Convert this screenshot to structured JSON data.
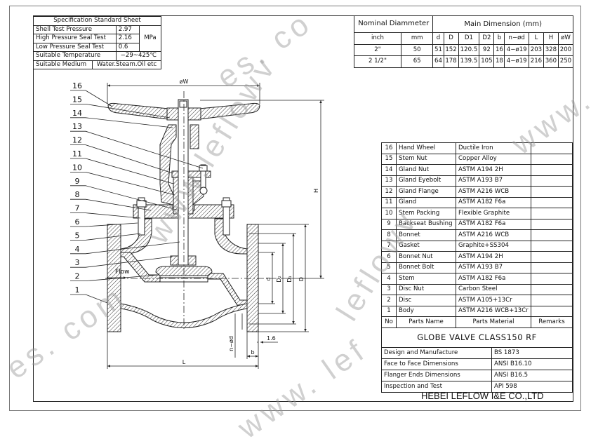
{
  "spec_sheet": {
    "title": "Specification Standard Sheet",
    "rows": [
      {
        "label": "Shell Test Pressure",
        "value": "2.97"
      },
      {
        "label": "High Pressure Seal Test",
        "value": "2.16"
      },
      {
        "label": "Low Pressure Seal Test",
        "value": "0.6"
      }
    ],
    "pressure_unit": "MPa",
    "temperature_label": "Suitable Temperature",
    "temperature_value": "−29~425℃",
    "medium_label": "Suitable  Medium",
    "medium_value": "Water.Steam.Oil etc"
  },
  "dimensions": {
    "nominal_header": "Nominal Diammeter",
    "main_header": "Main  Dimension  (mm)",
    "columns": [
      "inch",
      "mm",
      "d",
      "D",
      "D1",
      "D2",
      "b",
      "n−ød",
      "L",
      "H",
      "øW"
    ],
    "rows": [
      [
        "2\"",
        "50",
        "51",
        "152",
        "120.5",
        "92",
        "16",
        "4−ø19",
        "203",
        "328",
        "200"
      ],
      [
        "2 1/2\"",
        "65",
        "64",
        "178",
        "139.5",
        "105",
        "18",
        "4−ø19",
        "216",
        "360",
        "250"
      ]
    ]
  },
  "parts": {
    "rows": [
      {
        "no": "16",
        "name": "Hand Wheel",
        "material": "Ductile Iron",
        "remarks": ""
      },
      {
        "no": "15",
        "name": "Stem Nut",
        "material": "Copper Alloy",
        "remarks": ""
      },
      {
        "no": "14",
        "name": "Gland Nut",
        "material": "ASTM A194 2H",
        "remarks": ""
      },
      {
        "no": "13",
        "name": "Gland Eyebolt",
        "material": "ASTM A193 B7",
        "remarks": ""
      },
      {
        "no": "12",
        "name": "Gland Flange",
        "material": "ASTM A216 WCB",
        "remarks": ""
      },
      {
        "no": "11",
        "name": "Gland",
        "material": "ASTM A182 F6a",
        "remarks": ""
      },
      {
        "no": "10",
        "name": "Stem Packing",
        "material": "Flexible Graphite",
        "remarks": ""
      },
      {
        "no": "9",
        "name": "Backseat Bushing",
        "material": "ASTM A182 F6a",
        "remarks": ""
      },
      {
        "no": "8",
        "name": "Bonnet",
        "material": "ASTM A216 WCB",
        "remarks": ""
      },
      {
        "no": "7",
        "name": "Gasket",
        "material": "Graphite+SS304",
        "remarks": ""
      },
      {
        "no": "6",
        "name": "Bonnet Nut",
        "material": "ASTM A194 2H",
        "remarks": ""
      },
      {
        "no": "5",
        "name": "Bonnet Bolt",
        "material": "ASTM A193 B7",
        "remarks": ""
      },
      {
        "no": "4",
        "name": "Stem",
        "material": "ASTM A182 F6a",
        "remarks": ""
      },
      {
        "no": "3",
        "name": "Disc Nut",
        "material": "Carbon Steel",
        "remarks": ""
      },
      {
        "no": "2",
        "name": "Disc",
        "material": "ASTM A105+13Cr",
        "remarks": ""
      },
      {
        "no": "1",
        "name": "Body",
        "material": "ASTM A216 WCB+13Cr",
        "remarks": ""
      }
    ],
    "header": {
      "no": "No",
      "name": "Parts Name",
      "material": "Parts Material",
      "remarks": "Remarks"
    }
  },
  "standards": {
    "title": "GLOBE  VALVE  CLASS150  RF",
    "rows": [
      {
        "label": "Design and Manufacture",
        "value": "BS 1873"
      },
      {
        "label": "Face to Face Dimensions",
        "value": "ANSI B16.10"
      },
      {
        "label": "Flanger Ends Dimensions",
        "value": "ANSI B16.5"
      },
      {
        "label": "Inspection and Test",
        "value": "API 598"
      }
    ]
  },
  "company": "HEBEI LEFLOW I&E CO.,LTD",
  "drawing": {
    "callouts": [
      "16",
      "15",
      "14",
      "13",
      "12",
      "11",
      "10",
      "9",
      "8",
      "7",
      "6",
      "5",
      "4",
      "3",
      "2",
      "1"
    ],
    "flow_label": "Flow",
    "dim_labels": {
      "W": "øW",
      "H": "H",
      "d": "d",
      "D2": "D₂",
      "D1": "D₁",
      "D": "D",
      "L": "L",
      "b": "b",
      "gap": "1.6",
      "holes": "n−ød"
    }
  },
  "watermark": "www.leflowvalves.com"
}
